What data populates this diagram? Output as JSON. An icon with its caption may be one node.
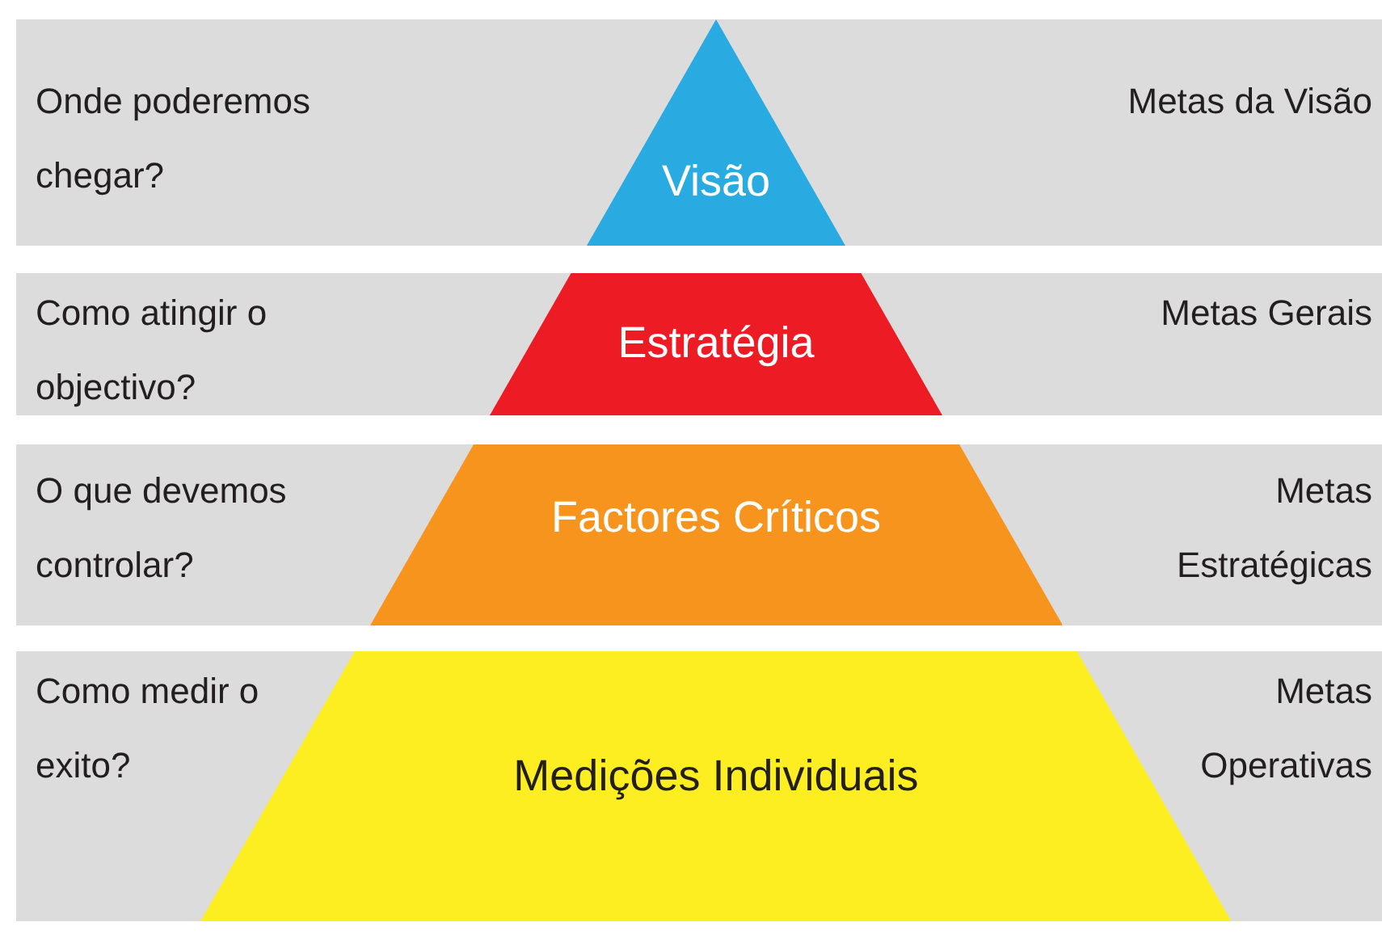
{
  "diagram": {
    "nodes": [
      {
        "text": [
          "Onde poderemos chegar?",
          "Metas da Visão"
        ]
      },
      {
        "text": [
          "Visão"
        ],
        "in": 0
      },
      {
        "text": [
          "Como atingir o objectivo?",
          "Metas Gerais"
        ]
      },
      {
        "text": [
          "Estratégia"
        ],
        "in": 2
      },
      {
        "text": [
          "O que devemos controlar?",
          "Metas Estratégicas"
        ]
      },
      {
        "text": [
          "Factores Críticos"
        ],
        "in": 4
      },
      {
        "text": [
          "Como medir o exito?",
          "Metas Operativas"
        ]
      },
      {
        "text": [
          "Medições Individuais"
        ],
        "in": 6
      }
    ],
    "edges": []
  }
}
